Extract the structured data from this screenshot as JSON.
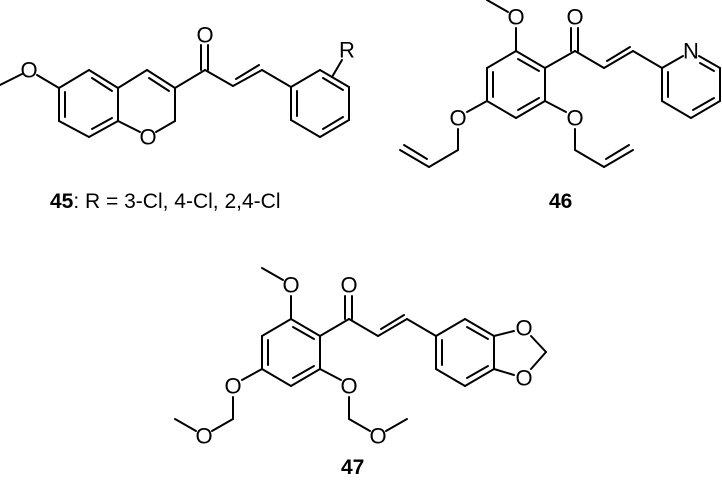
{
  "compounds": [
    {
      "id": "45",
      "label_number": "45",
      "label_rest": ": R = 3-Cl, 4-Cl, 2,4-Cl",
      "substituent_label": "R"
    },
    {
      "id": "46",
      "label_number": "46",
      "heteroatom": "N"
    },
    {
      "id": "47",
      "label_number": "47"
    }
  ],
  "atoms": {
    "oxygen": "O",
    "nitrogen": "N",
    "r_group": "R"
  }
}
